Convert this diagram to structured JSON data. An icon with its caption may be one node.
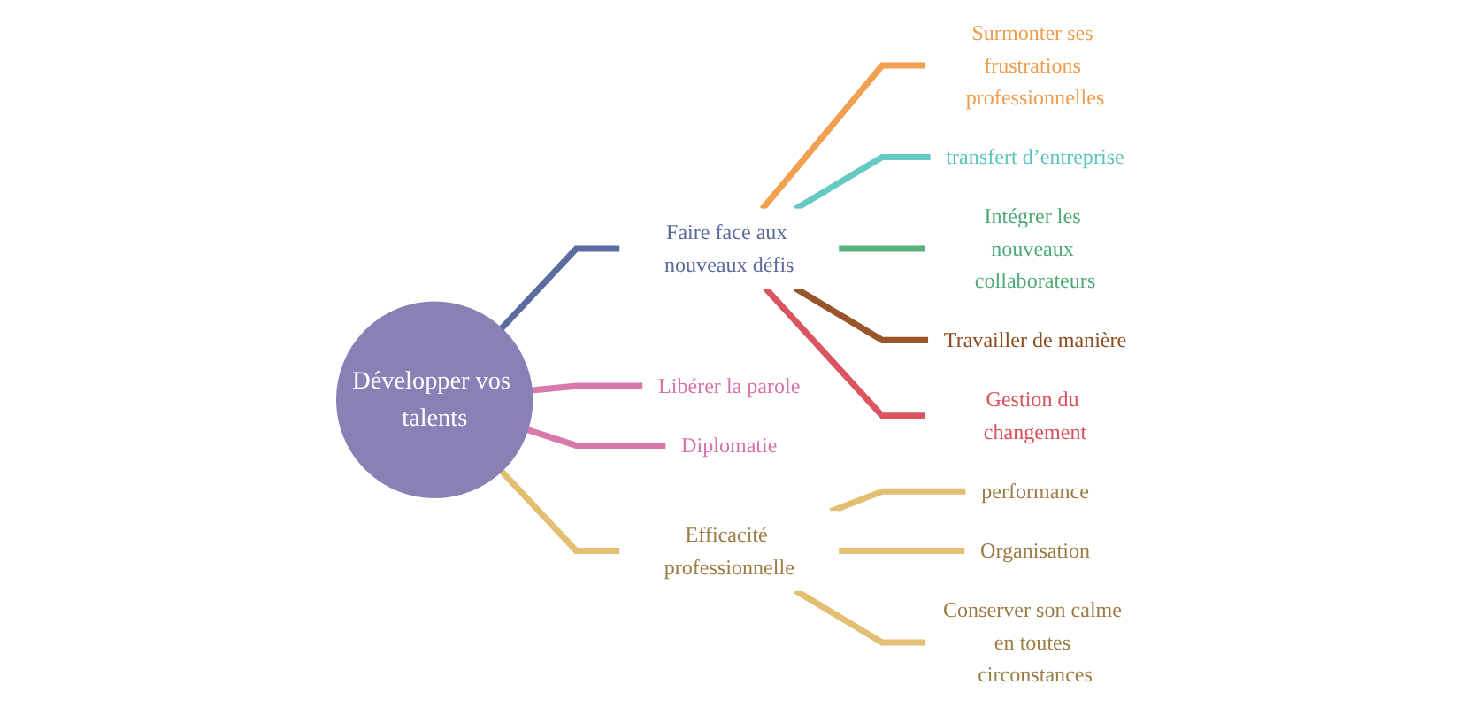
{
  "diagram": {
    "nodes": [
      {
        "text": [
          "Développer vos talents"
        ]
      },
      {
        "text": [
          "Faire face aux nouveaux défis"
        ]
      },
      {
        "text": [
          "Surmonter ses frustrations professionnelles"
        ]
      },
      {
        "text": [
          "transfert d’entreprise"
        ]
      },
      {
        "text": [
          "Intégrer les nouveaux collaborateurs"
        ]
      },
      {
        "text": [
          "Travailler de manière"
        ]
      },
      {
        "text": [
          "Gestion du changement"
        ]
      },
      {
        "text": [
          "Libérer la parole"
        ]
      },
      {
        "text": [
          "Diplomatie"
        ]
      },
      {
        "text": [
          "Efficacité professionnelle"
        ]
      },
      {
        "text": [
          "performance"
        ]
      },
      {
        "text": [
          "Organisation"
        ]
      },
      {
        "text": [
          "Conserver son calme en toutes circonstances"
        ]
      }
    ],
    "edges": [
      {
        "from": 0,
        "to": 1,
        "arrow": "none",
        "color": "#5a6d9e"
      },
      {
        "from": 1,
        "to": 2,
        "arrow": "none",
        "color": "#f0a04f"
      },
      {
        "from": 1,
        "to": 3,
        "arrow": "none",
        "color": "#66c9c3"
      },
      {
        "from": 1,
        "to": 4,
        "arrow": "none",
        "color": "#58b07c"
      },
      {
        "from": 1,
        "to": 5,
        "arrow": "none",
        "color": "#98562a"
      },
      {
        "from": 1,
        "to": 6,
        "arrow": "none",
        "color": "#db5560"
      },
      {
        "from": 0,
        "to": 7,
        "arrow": "none",
        "color": "#d979ab"
      },
      {
        "from": 0,
        "to": 8,
        "arrow": "none",
        "color": "#d979ab"
      },
      {
        "from": 0,
        "to": 9,
        "arrow": "none"
      },
      {
        "from": 9,
        "to": 10,
        "arrow": "none"
      },
      {
        "from": 9,
        "to": 11,
        "arrow": "none"
      },
      {
        "from": 9,
        "to": 12,
        "arrow": "none"
      }
    ]
  }
}
